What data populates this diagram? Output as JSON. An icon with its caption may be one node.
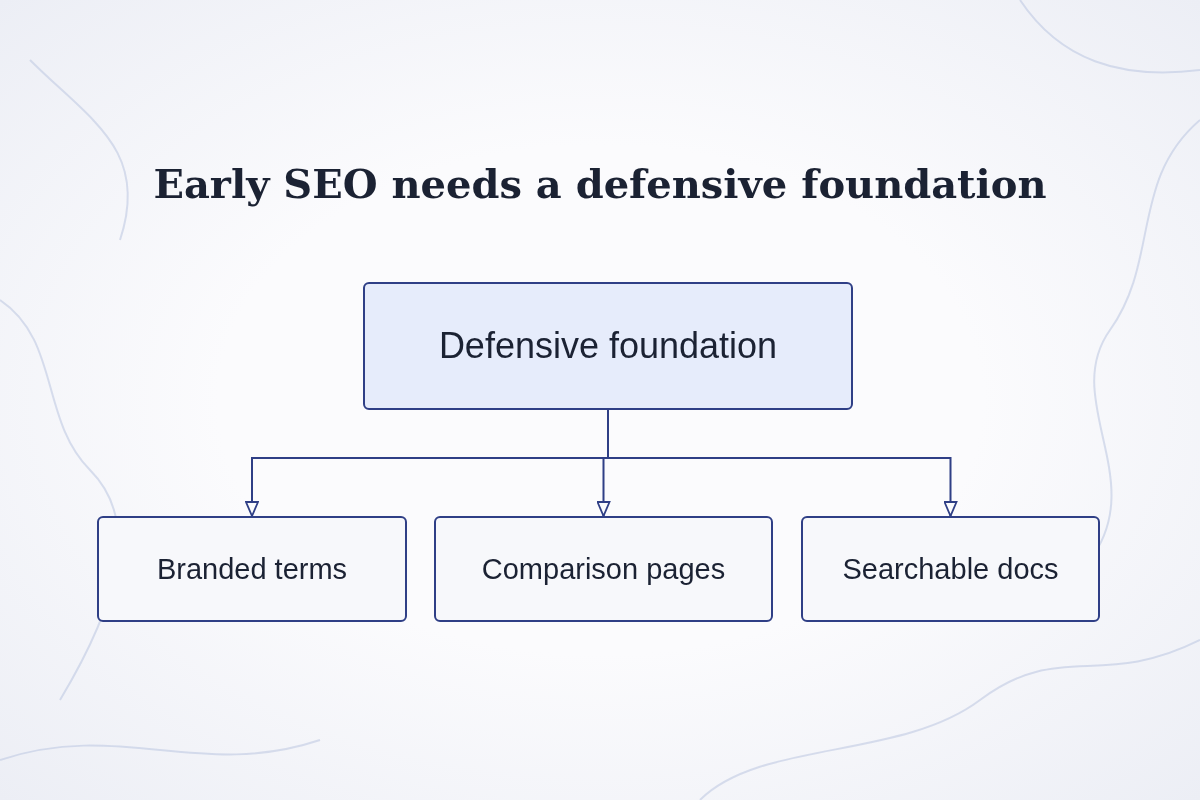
{
  "diagram": {
    "title": "Early SEO needs a **defensive foundation**",
    "nodes": [
      {
        "text": [
          "Defensive foundation"
        ]
      },
      {
        "text": [
          "Branded terms"
        ]
      },
      {
        "text": [
          "Comparison pages"
        ]
      },
      {
        "text": [
          "Searchable docs"
        ]
      }
    ],
    "edges": [
      {
        "from": 0,
        "to": 1,
        "arrow": "to"
      },
      {
        "from": 0,
        "to": 2,
        "arrow": "to"
      },
      {
        "from": 0,
        "to": 3,
        "arrow": "to"
      }
    ]
  }
}
